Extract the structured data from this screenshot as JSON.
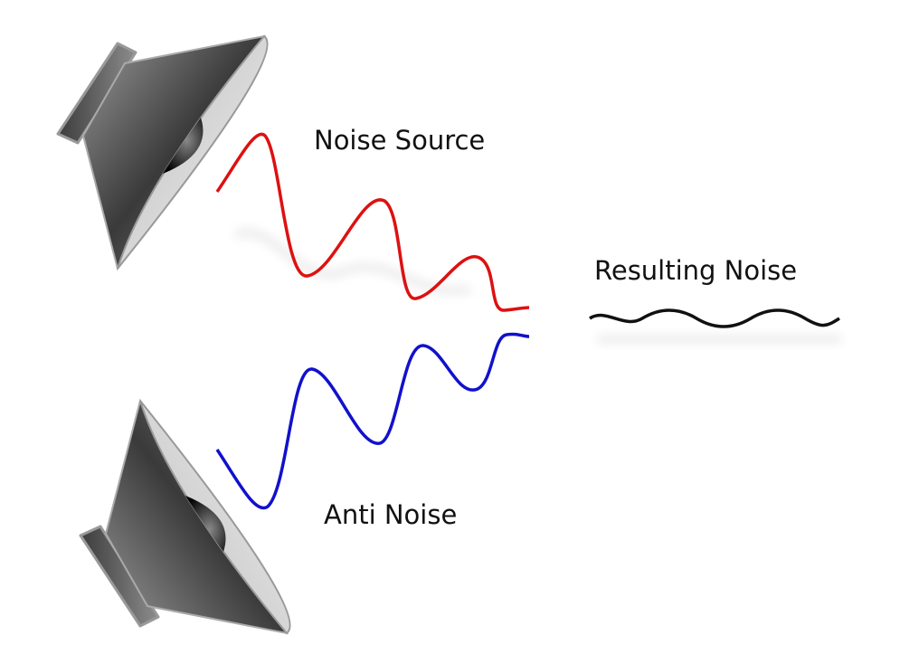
{
  "labels": {
    "noise_source": "Noise Source",
    "resulting_noise": "Resulting Noise",
    "anti_noise": "Anti Noise"
  },
  "colors": {
    "noise_wave": "#dd1111",
    "anti_wave": "#1111cc",
    "result_wave": "#111111"
  }
}
